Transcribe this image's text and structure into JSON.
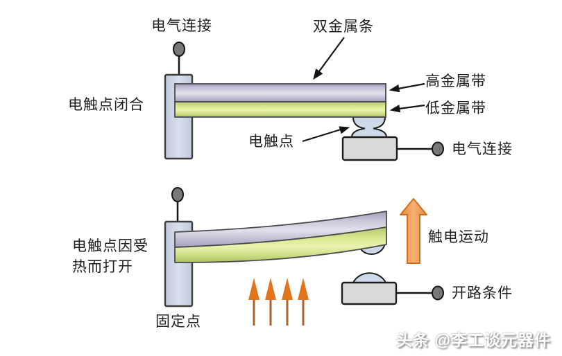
{
  "diagram": {
    "title_semantic": "bimetallic strip thermostat – closed and open states",
    "top_state": {
      "labels": {
        "electrical_connection_top": "电气连接",
        "bimetallic_strip": "双金属条",
        "high_metal_band": "高金属带",
        "low_metal_band": "低金属带",
        "contacts_closed": "电触点闭合",
        "electrical_contact": "电触点",
        "electrical_connection_right": "电气连接"
      }
    },
    "bottom_state": {
      "labels": {
        "contacts_open_heat_line1": "电触点因受",
        "contacts_open_heat_line2": "热而打开",
        "fixed_point": "固定点",
        "contact_movement": "触电运动",
        "open_circuit_condition": "开路条件"
      },
      "heat_arrow_count": 4
    },
    "colors": {
      "background": "#ffffff",
      "high_metal_band": "#c6c0d7",
      "low_metal_band": "#d3e294",
      "mount_post": "#ccd6e6",
      "contact_bump": "#cdd9e8",
      "base_block": "#d9d9d9",
      "terminal_dot": "#787878",
      "movement_arrow": "#f0964a",
      "heat_arrow_head": "#e2751c",
      "heat_arrow_stem": "#a8612f",
      "outline": "#2a2a2a"
    },
    "watermark": "头条 @李工谈元器件"
  }
}
